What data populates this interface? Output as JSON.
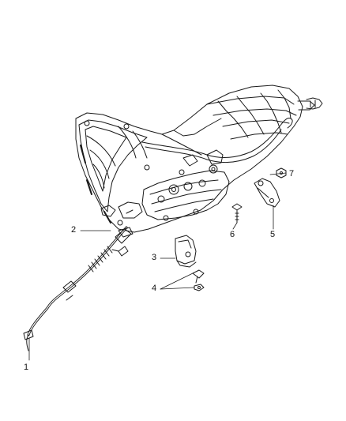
{
  "diagram": {
    "type": "exploded-parts-diagram",
    "line_color": "#1a1a1a",
    "callouts": [
      {
        "id": "c1",
        "label": "1"
      },
      {
        "id": "c2",
        "label": "2"
      },
      {
        "id": "c3",
        "label": "3"
      },
      {
        "id": "c4",
        "label": "4"
      },
      {
        "id": "c5",
        "label": "5"
      },
      {
        "id": "c6",
        "label": "6"
      },
      {
        "id": "c7",
        "label": "7"
      }
    ]
  }
}
